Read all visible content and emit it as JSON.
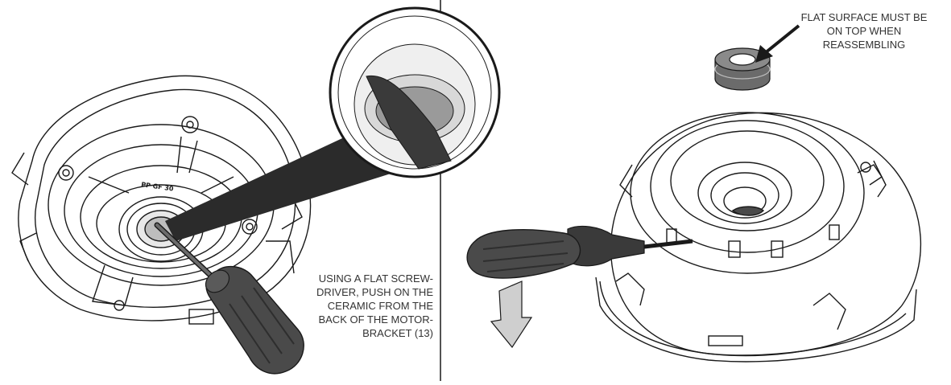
{
  "left_instruction": {
    "lines": [
      "USING A FLAT SCREW-",
      "DRIVER, PUSH ON THE",
      "CERAMIC FROM THE",
      "BACK OF THE MOTOR-",
      "BRACKET (13)"
    ]
  },
  "right_instruction": {
    "lines": [
      "FLAT SURFACE MUST BE",
      "ON TOP WHEN",
      "REASSEMBLING"
    ]
  },
  "part_markings": {
    "material": "PP GF 30"
  },
  "colors": {
    "line": "#1a1a1a",
    "handle": "#4a4a4a",
    "handle_dark": "#2e2e2e",
    "seal_gray": "#6b6b6b",
    "light_gray": "#bdbdbd",
    "arrow_gray": "#cfcfcf"
  }
}
